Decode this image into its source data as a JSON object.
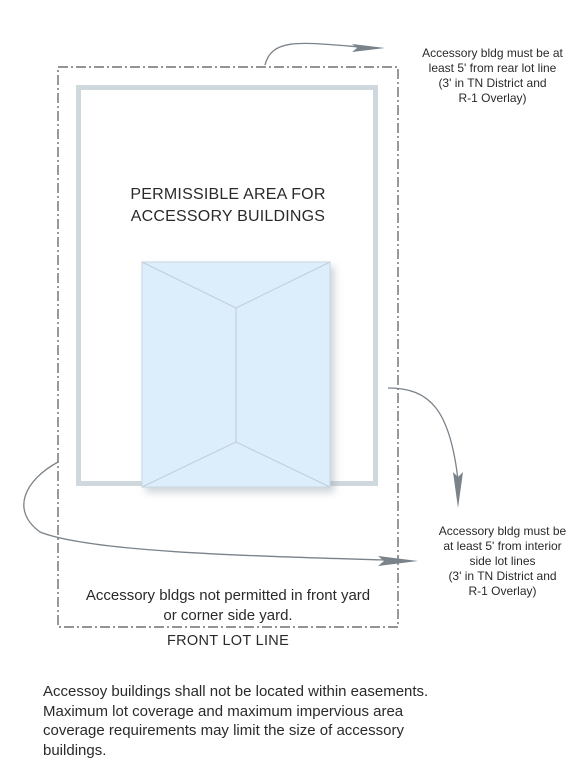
{
  "labels": {
    "permissible_area": [
      "PERMISSIBLE AREA FOR",
      "ACCESSORY BUILDINGS"
    ],
    "rear_setback_note": [
      "Accessory bldg must be at",
      "least 5' from rear lot line",
      "(3' in TN District and",
      "R-1 Overlay)"
    ],
    "side_setback_note": [
      "Accessory bldg must be",
      "at least 5' from interior",
      "side lot lines",
      "(3' in TN District and",
      "R-1 Overlay)"
    ],
    "front_yard_note": [
      "Accessory bldgs not permitted in front yard",
      "or corner side yard."
    ],
    "front_lot_line": "FRONT LOT LINE",
    "easement_note": [
      "Accessoy buildings shall not be located within easements.",
      "Maximum lot coverage and maximum impervious area",
      "coverage requirements may limit the size of accessory",
      "buildings."
    ]
  },
  "colors": {
    "setback_outline": "#cfd8dc",
    "house_fill": "#dcedfb",
    "house_stroke": "#c9d6e0",
    "lot_line": "#555555",
    "arrow": "#7a828a"
  }
}
